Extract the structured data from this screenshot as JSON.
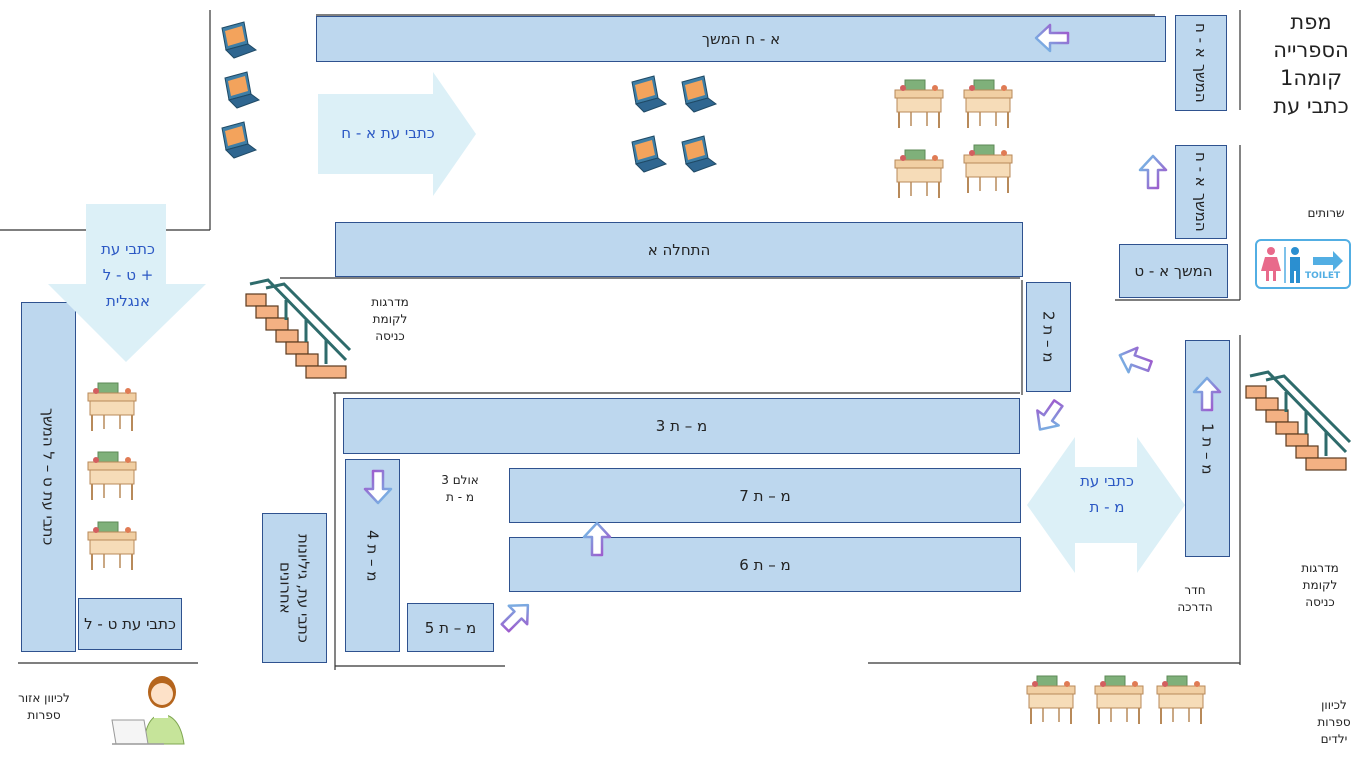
{
  "title": {
    "line1": "מפת",
    "line2": "הספרייה",
    "line3": "קומה1",
    "line4": "כתבי עת"
  },
  "shelves": {
    "a_h_cont": "א - ח המשך",
    "a_h_cont_v1": "א - ח",
    "a_h_cont_v1b": "המשך",
    "a_h_cont_v2": "א - ח",
    "a_h_cont_v2b": "המשך",
    "start_a": "התחלה א",
    "cont_a_t": "המשך א - ט",
    "m_t_2": "מ – ת 2",
    "m_t_1": "מ – ת 1",
    "m_t_3": "מ – ת  3",
    "m_t_7": "מ – ת  7",
    "m_t_6": "מ – ת  6",
    "m_t_4": "מ – ת  4",
    "m_t_5": "מ – ת  5",
    "t_l_cont": "כתבי עת ט – ל המשך",
    "t_l": "כתבי עת ט - ל",
    "current": "כתבי עת, גיליונות אחרונים"
  },
  "big_arrows": {
    "a_h": "כתבי עת א - ח",
    "t_l_line1": "כתבי עת",
    "t_l_line2": "ט - ל +",
    "t_l_line3": "אנגלית",
    "m_t_line1": "כתבי עת",
    "m_t_line2": "מ - ת"
  },
  "labels": {
    "stairs_top_1": "מדרגות",
    "stairs_top_2": "לקומת",
    "stairs_top_3": "כניסה",
    "stairs_right_1": "מדרגות",
    "stairs_right_2": "לקומת",
    "stairs_right_3": "כניסה",
    "toilets": "שרותים",
    "toilet_sign": "TOILET",
    "hall3_1": "אולם 3",
    "hall3_2": "מ - ת",
    "training_1": "חדר",
    "training_2": "הדרכה",
    "lit_1": "לכיוון אזור",
    "lit_2": "ספרות",
    "kids_1": "לכיוון",
    "kids_2": "ספרות",
    "kids_3": "ילדים"
  },
  "colors": {
    "shelf_fill": "#bdd7ee",
    "shelf_border": "#2f528f",
    "big_arrow": "#dcf0f7",
    "arrow_text": "#2b58c4"
  }
}
